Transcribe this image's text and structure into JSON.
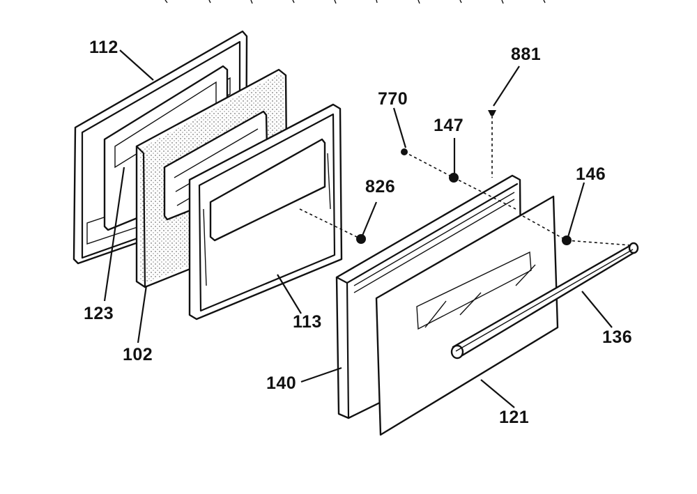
{
  "diagram": {
    "labels": {
      "p112": "112",
      "p123": "123",
      "p102": "102",
      "p113": "113",
      "p826": "826",
      "p770": "770",
      "p147": "147",
      "p881": "881",
      "p146": "146",
      "p136": "136",
      "p140": "140",
      "p121": "121"
    }
  }
}
